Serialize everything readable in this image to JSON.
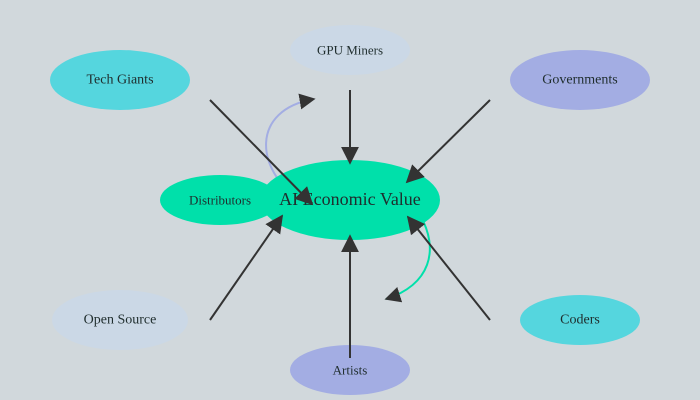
{
  "diagram": {
    "center": {
      "label": "AI Economic Value",
      "color": "#00e0aa"
    },
    "nodes": [
      {
        "id": "tech-giants",
        "label": "Tech Giants",
        "color": "#55d6de"
      },
      {
        "id": "gpu-miners",
        "label": "GPU Miners",
        "color": "#cbd8e6"
      },
      {
        "id": "governments",
        "label": "Governments",
        "color": "#a3ade3"
      },
      {
        "id": "distributors",
        "label": "Distributors",
        "color": "#00e0aa"
      },
      {
        "id": "open-source",
        "label": "Open Source",
        "color": "#cbd8e6"
      },
      {
        "id": "artists",
        "label": "Artists",
        "color": "#a3ade3"
      },
      {
        "id": "coders",
        "label": "Coders",
        "color": "#55d6de"
      }
    ],
    "edges": [
      {
        "from": "tech-giants",
        "to": "center"
      },
      {
        "from": "gpu-miners",
        "to": "center"
      },
      {
        "from": "governments",
        "to": "center"
      },
      {
        "from": "open-source",
        "to": "center"
      },
      {
        "from": "artists",
        "to": "center"
      },
      {
        "from": "coders",
        "to": "center"
      },
      {
        "from": "center",
        "to": "gpu-miners",
        "style": "curved",
        "color": "#a3ade3"
      },
      {
        "from": "center",
        "to": "artists",
        "style": "curved",
        "color": "#00e0aa"
      }
    ],
    "colors": {
      "background": "#d1d8dc",
      "arrow": "#333333",
      "text": "#1f2d2d"
    }
  }
}
